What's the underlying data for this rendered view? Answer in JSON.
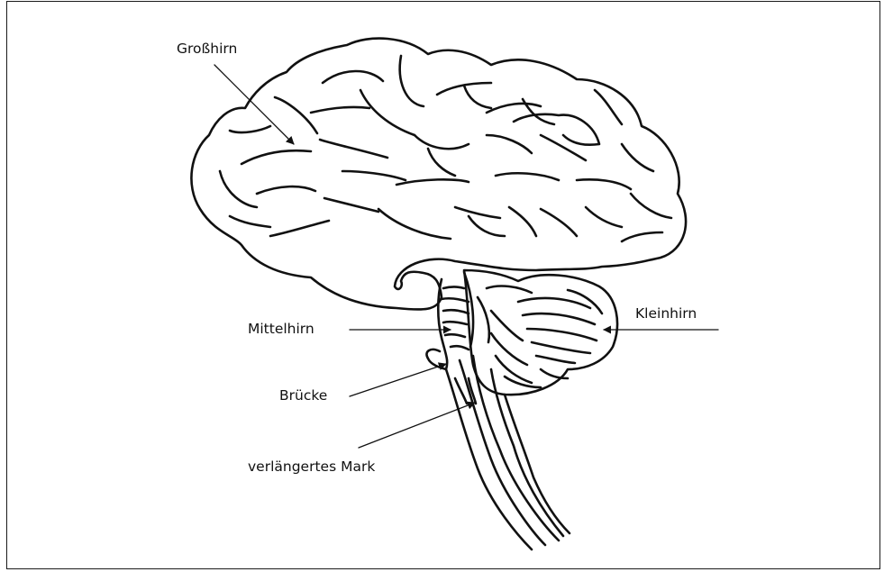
{
  "labels": {
    "cerebrum": "Großhirn",
    "midbrain": "Mittelhirn",
    "cerebellum": "Kleinhirn",
    "pons": "Brücke",
    "medulla": "verlängertes Mark"
  },
  "colors": {
    "line": "#111111",
    "background": "#ffffff"
  }
}
